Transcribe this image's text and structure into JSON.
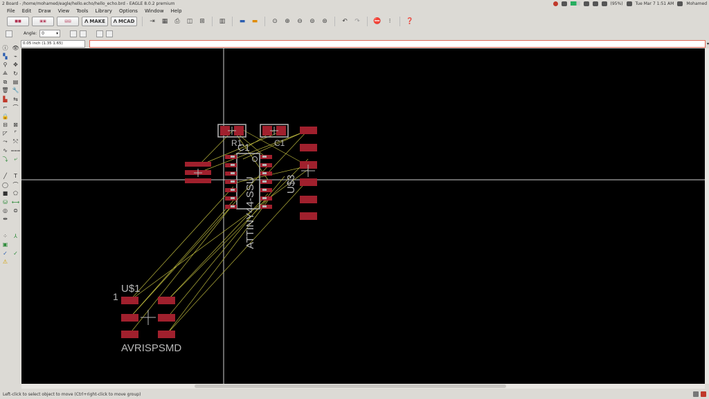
{
  "window": {
    "title": "2 Board - /home/mohamed/eagle/hello.echo/hello_echo.brd - EAGLE 8.0.2 premium",
    "clock": "Tue Mar 7 1:51 AM",
    "user": "Mohamed",
    "battery": "(95%)"
  },
  "menu": [
    "File",
    "Edit",
    "Draw",
    "View",
    "Tools",
    "Library",
    "Options",
    "Window",
    "Help"
  ],
  "toolbar": {
    "make_label": "MAKE",
    "mcad_label": "MCAD"
  },
  "params": {
    "angle_label": "Angle:",
    "angle_value": "0"
  },
  "command": {
    "coordinate": "0.05 inch (1.35 1.65)",
    "input_value": "",
    "input_placeholder": ""
  },
  "status": {
    "message": "Left-click to select object to move (Ctrl+right-click to move group)"
  },
  "board": {
    "labels": {
      "r1": "R1",
      "c1_top": "C1",
      "c1_mid": "C1",
      "ic1": "ATTINY44-SSU",
      "u3": "U$3",
      "u1": "U$1",
      "pin1": "1",
      "avrisp": "AVRISPSMD"
    }
  },
  "colors": {
    "canvas_bg": "#000000",
    "pad": "#a0202d",
    "airwire": "#b8b43c",
    "silkscreen": "#b8b8b8",
    "crosshair": "#d0d0d0",
    "cmd_border": "#e26a5a"
  }
}
